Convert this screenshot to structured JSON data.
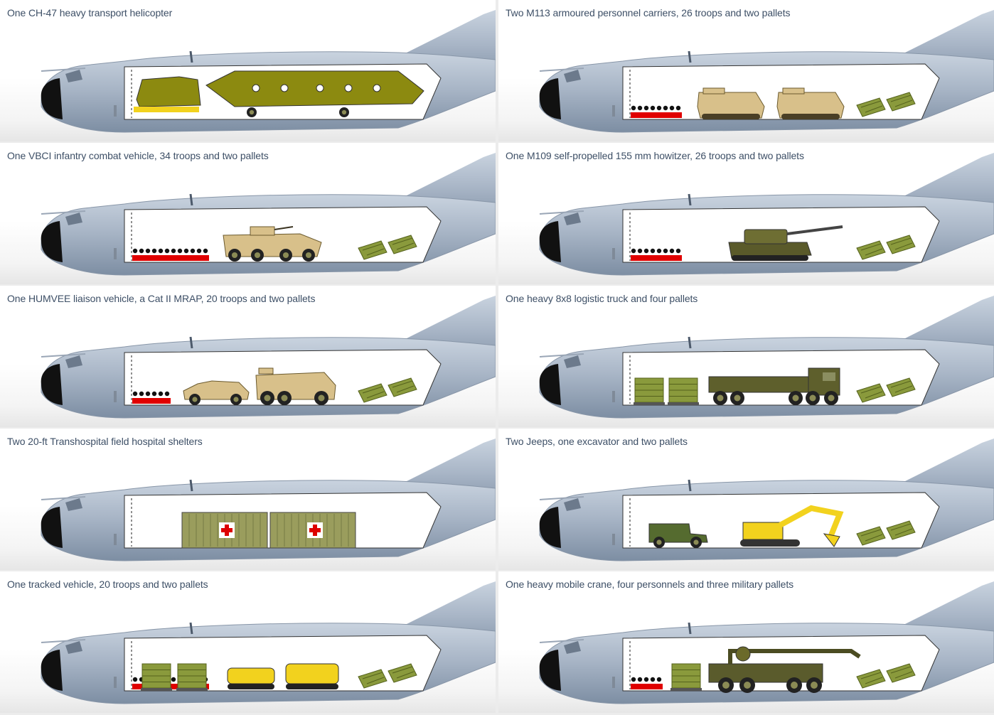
{
  "colors": {
    "fuselage": "#a9b6c7",
    "fuselage_dark": "#7d8ea3",
    "nose": "#111111",
    "cargo_bay": "#ffffff",
    "troops": "#e00000",
    "pallet": "#8a9a3c",
    "vehicle_tan": "#d8c08a",
    "vehicle_olive": "#6b6a2a",
    "yellow": "#f2d21e",
    "caption_text": "#3d4f66"
  },
  "panels": [
    {
      "caption": "One CH-47 heavy transport helicopter",
      "load": [
        "helicopter-fuselage",
        "helicopter-rear-section"
      ]
    },
    {
      "caption": "Two M113 armoured personnel carriers, 26 troops and two pallets",
      "load": [
        "troops",
        "m113",
        "m113",
        "pallet",
        "pallet"
      ]
    },
    {
      "caption": "One VBCI infantry combat vehicle, 34 troops and two pallets",
      "load": [
        "troops",
        "vbci",
        "pallet",
        "pallet"
      ]
    },
    {
      "caption": "One M109 self-propelled 155 mm howitzer, 26 troops and two pallets",
      "load": [
        "troops",
        "m109",
        "pallet",
        "pallet"
      ]
    },
    {
      "caption": "One HUMVEE liaison vehicle, a Cat II MRAP, 20 troops and two pallets",
      "load": [
        "troops",
        "humvee",
        "mrap",
        "pallet",
        "pallet"
      ]
    },
    {
      "caption": "One heavy 8x8 logistic truck and four pallets",
      "load": [
        "pallet",
        "pallet",
        "truck-8x8",
        "pallet",
        "pallet"
      ]
    },
    {
      "caption": "Two 20-ft Transhospital field hospital shelters",
      "load": [
        "shelter",
        "shelter"
      ]
    },
    {
      "caption": "Two Jeeps, one excavator and two pallets",
      "load": [
        "jeep",
        "excavator",
        "pallet",
        "pallet"
      ]
    },
    {
      "caption": "One tracked vehicle, 20 troops and two pallets",
      "load": [
        "troops",
        "pallet",
        "pallet",
        "tracked-vehicle",
        "pallet",
        "pallet"
      ]
    },
    {
      "caption": "One heavy mobile crane, four personnels and three military pallets",
      "load": [
        "troops",
        "pallet",
        "mobile-crane",
        "pallet",
        "pallet"
      ]
    }
  ]
}
